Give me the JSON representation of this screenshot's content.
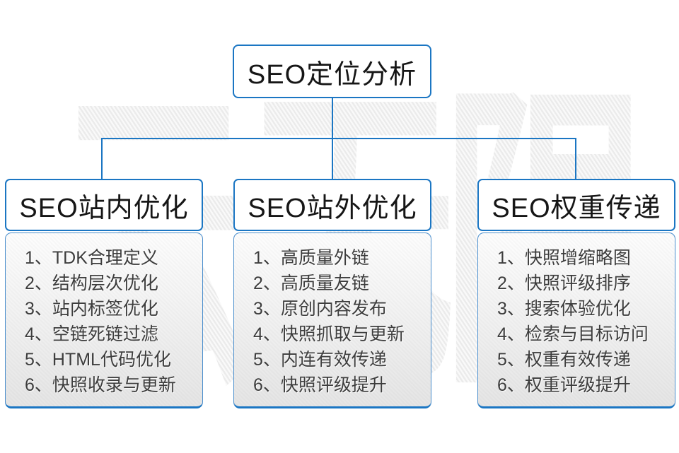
{
  "root_box": {
    "title": "SEO定位分析"
  },
  "watermark": {
    "text": "云无限"
  },
  "colors": {
    "accent": "#1b76c3"
  },
  "columns": [
    {
      "title": "SEO站内优化",
      "items": [
        "1、TDK合理定义",
        "2、结构层次优化",
        "3、站内标签优化",
        "4、空链死链过滤",
        "5、HTML代码优化",
        "6、快照收录与更新"
      ]
    },
    {
      "title": "SEO站外优化",
      "items": [
        "1、高质量外链",
        "2、高质量友链",
        "3、原创内容发布",
        "4、快照抓取与更新",
        "5、内连有效传递",
        "6、快照评级提升"
      ]
    },
    {
      "title": "SEO权重传递",
      "items": [
        "1、快照增缩略图",
        "2、快照评级排序",
        "3、搜索体验优化",
        "4、检索与目标访问",
        "5、权重有效传递",
        "6、权重评级提升"
      ]
    }
  ]
}
